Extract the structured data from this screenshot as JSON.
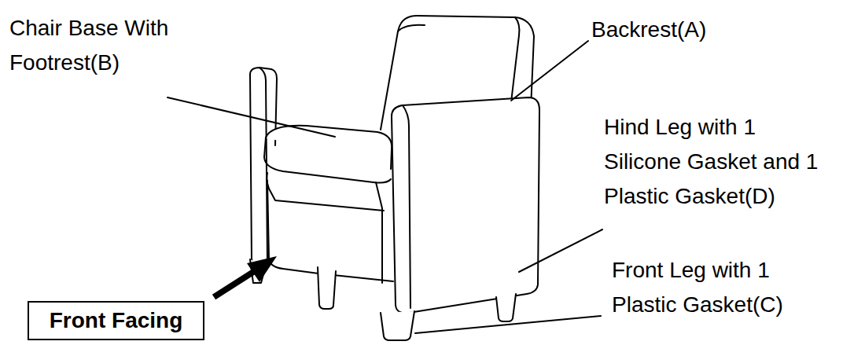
{
  "diagram": {
    "nodes": [
      {
        "text": [
          "Front Facing"
        ]
      }
    ],
    "labels": [
      "Backrest(A)",
      "Chair Base With Footrest(B)",
      "Hind Leg with 1 Silicone Gasket and 1 Plastic Gasket(D)",
      "Front Leg with 1 Plastic Gasket(C)"
    ]
  }
}
